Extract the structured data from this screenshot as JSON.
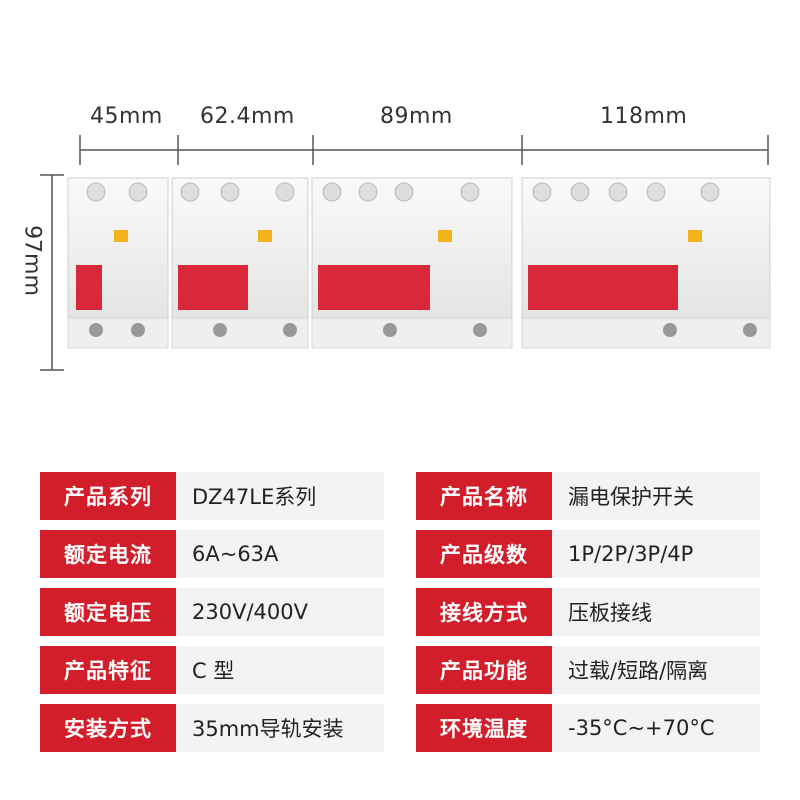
{
  "dimensions": {
    "widths": [
      "45mm",
      "62.4mm",
      "89mm",
      "118mm"
    ],
    "height": "97mm"
  },
  "specs": [
    {
      "label": "产品系列",
      "value": "DZ47LE系列"
    },
    {
      "label": "产品名称",
      "value": "漏电保护开关"
    },
    {
      "label": "额定电流",
      "value": "6A~63A"
    },
    {
      "label": "产品级数",
      "value": "1P/2P/3P/4P"
    },
    {
      "label": "额定电压",
      "value": "230V/400V"
    },
    {
      "label": "接线方式",
      "value": "压板接线"
    },
    {
      "label": "产品特征",
      "value": "C 型"
    },
    {
      "label": "产品功能",
      "value": "过载/短路/隔离"
    },
    {
      "label": "安装方式",
      "value": "35mm导轨安装"
    },
    {
      "label": "环境温度",
      "value": "-35°C~+70°C"
    }
  ],
  "colors": {
    "accent": "#d11e2a",
    "breaker_body": "#f2f2f2",
    "toggle": "#d8283a",
    "test_button": "#f2b21a"
  }
}
